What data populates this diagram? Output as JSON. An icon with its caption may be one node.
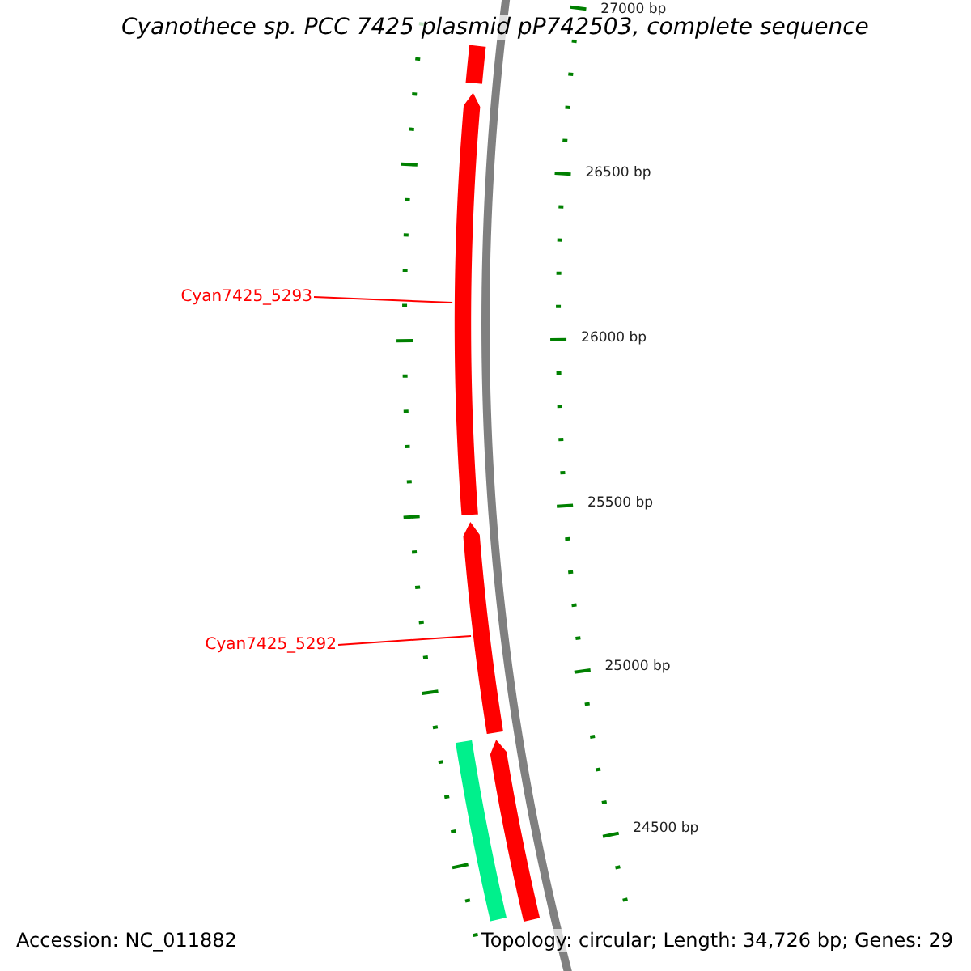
{
  "diagram": {
    "title": "Cyanothece sp. PCC 7425 plasmid pP742503, complete sequence",
    "nodes": [
      {
        "text": [],
        "shape": "arrow"
      },
      {
        "text": [
          "Cyan7425_5293"
        ]
      },
      {
        "text": [],
        "shape": "arrow"
      },
      {
        "text": [
          "Cyan7425_5292"
        ]
      },
      {
        "text": [],
        "shape": "arrow"
      },
      {
        "text": [],
        "shape": "arrow"
      },
      {
        "text": [],
        "shape": "bar"
      }
    ],
    "edges": [
      {
        "from": 1,
        "to": 2,
        "arrow": "none"
      },
      {
        "from": 3,
        "to": 4,
        "arrow": "none"
      }
    ],
    "labels": [
      "27000 bp",
      "26500 bp",
      "26000 bp",
      "25500 bp",
      "25000 bp",
      "24500 bp",
      "Accession: NC_011882",
      "Topology: circular; Length: 34,726 bp; Genes: 29"
    ]
  }
}
